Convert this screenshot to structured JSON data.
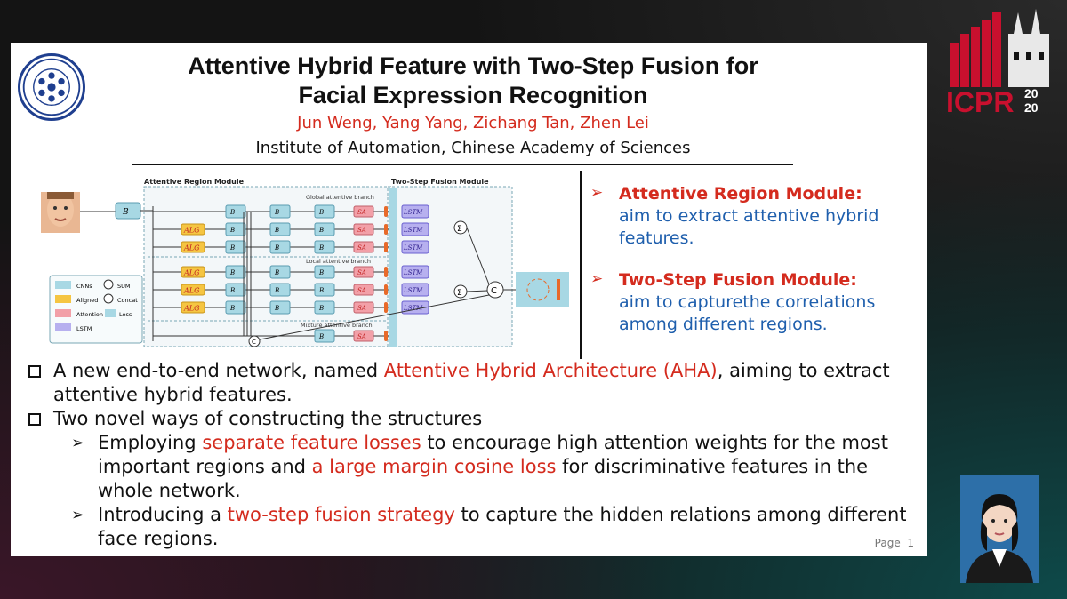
{
  "slide": {
    "title_line1": "Attentive Hybrid Feature with Two-Step Fusion for",
    "title_line2": "Facial Expression Recognition",
    "authors": "Jun Weng, Yang Yang, Zichang Tan, Zhen Lei",
    "institute": "Institute of Automation, Chinese Academy of Sciences",
    "page_label": "Page",
    "page_number": "1"
  },
  "diagram": {
    "attentive_region_module": "Attentive Region Module",
    "two_step_fusion_module": "Two-Step Fusion Module",
    "global_branch": "Global attentive branch",
    "local_branch": "Local attentive branch",
    "mixture_branch": "Mixture attentive branch",
    "legend": {
      "cnns": "CNNs",
      "sum": "SUM",
      "aligned": "Aligned",
      "concat": "Concat",
      "attention": "Attention",
      "loss": "Loss",
      "lstm": "LSTM"
    },
    "tokens": {
      "b1": "B",
      "alg": "ALG",
      "sa": "SA",
      "lstm": "LSTM",
      "sum_symbol": "Σ",
      "concat_symbol": "C"
    }
  },
  "right_column": [
    {
      "heading": "Attentive Region Module:",
      "text": "aim to extract attentive hybrid features."
    },
    {
      "heading": "Two-Step Fusion Module:",
      "text": "aim to capturethe correlations among different regions."
    }
  ],
  "bullets": {
    "b1_pre": "A new end-to-end network, named ",
    "b1_red": "Attentive Hybrid Architecture (AHA)",
    "b1_post": ", aiming to extract attentive hybrid features.",
    "b2": "Two novel ways of constructing the structures",
    "s1_pre": "Employing ",
    "s1_red1": "separate feature losses",
    "s1_mid": " to encourage high attention weights for the most important regions and ",
    "s1_red2": "a large margin cosine loss",
    "s1_post": " for discriminative features in the whole network.",
    "s2_pre": "Introducing a ",
    "s2_red": "two-step fusion strategy",
    "s2_post": " to capture the hidden relations among different face regions."
  },
  "conference_logo": {
    "text": "ICPR",
    "year": "2020"
  },
  "colors": {
    "accent_red": "#d42b1e",
    "accent_blue": "#1f5fad",
    "cnn_box": "#a8d8e4",
    "alg_box": "#f5c542",
    "sa_box": "#f2a0a8",
    "lstm_box": "#b7b0ef",
    "logo_red": "#c8102e"
  }
}
